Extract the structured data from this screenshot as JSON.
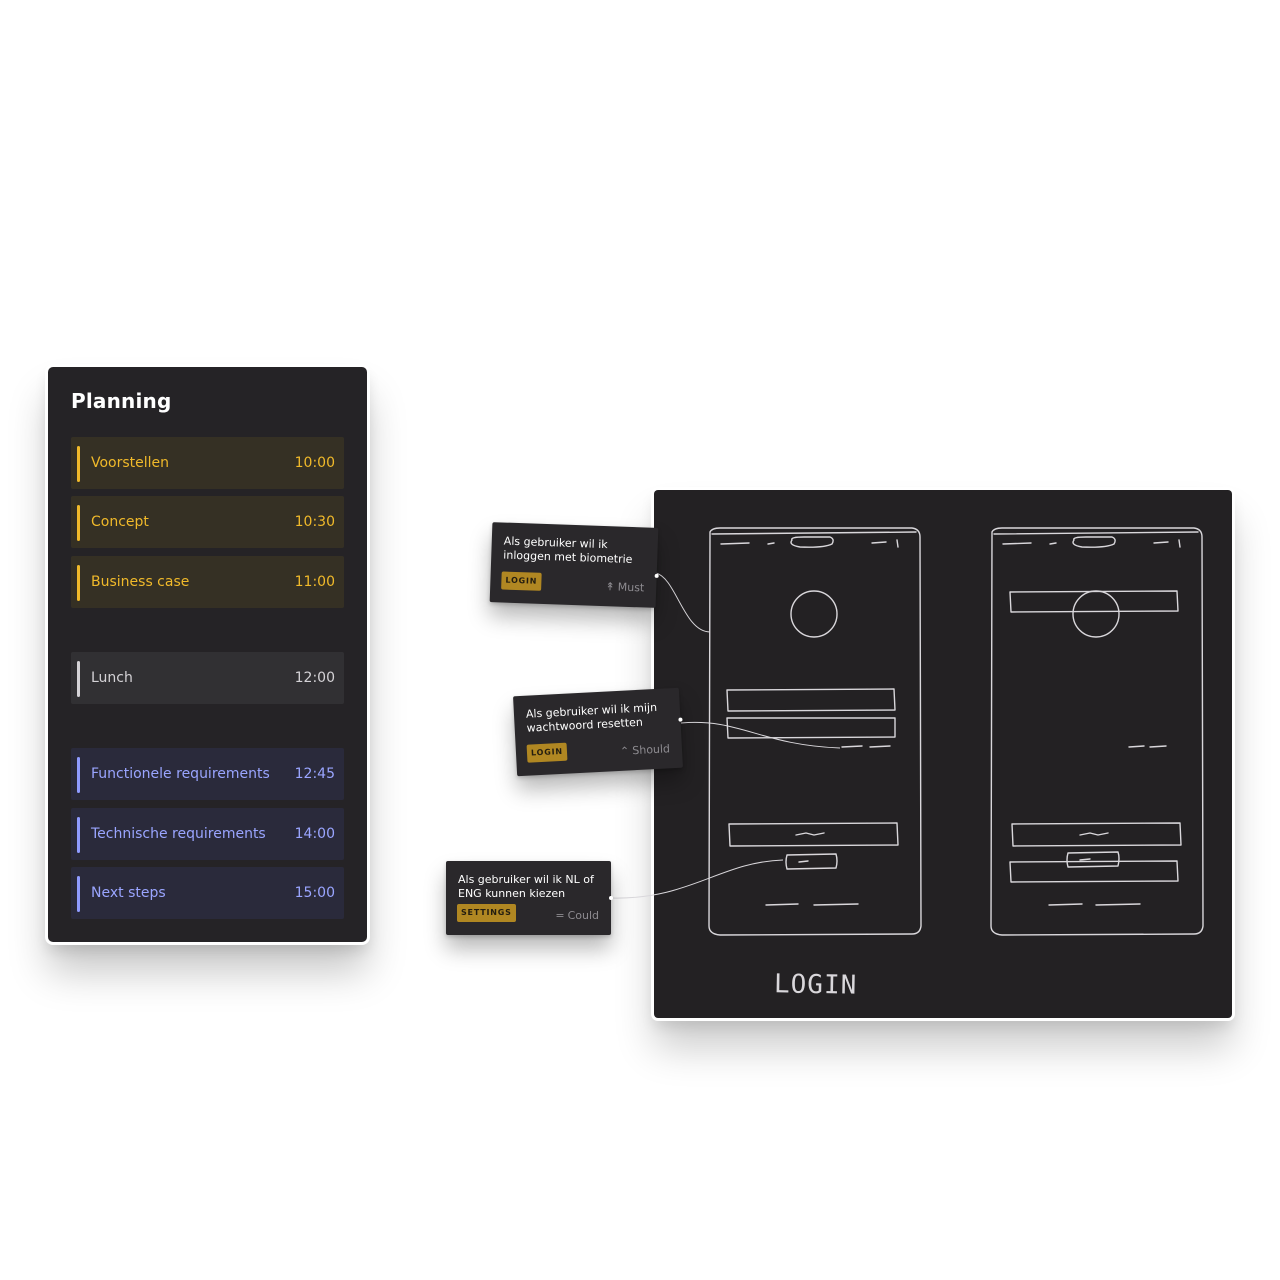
{
  "planning": {
    "title": "Planning",
    "items": [
      {
        "label": "Voorstellen",
        "time": "10:00"
      },
      {
        "label": "Concept",
        "time": "10:30"
      },
      {
        "label": "Business case",
        "time": "11:00"
      },
      {
        "label": "Lunch",
        "time": "12:00"
      },
      {
        "label": "Functionele requirements",
        "time": "12:45"
      },
      {
        "label": "Technische requirements",
        "time": "14:00"
      },
      {
        "label": "Next steps",
        "time": "15:00"
      }
    ]
  },
  "stories": [
    {
      "text": "Als gebruiker wil ik inloggen met biometrie",
      "tag": "LOGIN",
      "priority": "Must",
      "priority_icon": "double-chevron-up-icon"
    },
    {
      "text": "Als gebruiker wil ik mijn wachtwoord resetten",
      "tag": "LOGIN",
      "priority": "Should",
      "priority_icon": "chevron-up-icon"
    },
    {
      "text": "Als gebruiker wil ik NL of ENG kunnen kiezen",
      "tag": "SETTINGS",
      "priority": "Could",
      "priority_icon": "equals-icon"
    }
  ],
  "board": {
    "caption": "LOGIN"
  },
  "colors": {
    "panel": "#252326",
    "board": "#232123",
    "yellow": "#f0b92a",
    "blue": "#9aa5ff",
    "grey": "#d4d2d6",
    "tag": "#b08722"
  }
}
